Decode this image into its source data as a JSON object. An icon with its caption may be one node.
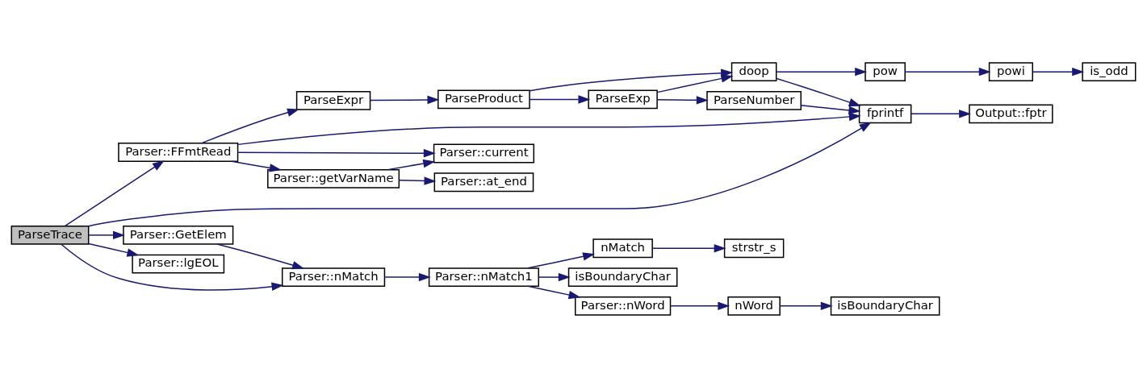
{
  "diagram": {
    "nodes": [
      {
        "text": [
          "ParseTrace"
        ]
      },
      {
        "text": [
          "Parser::FFmtRead"
        ]
      },
      {
        "text": [
          "ParseExpr"
        ]
      },
      {
        "text": [
          "ParseProduct"
        ]
      },
      {
        "text": [
          "doop"
        ]
      },
      {
        "text": [
          "pow"
        ]
      },
      {
        "text": [
          "powi"
        ]
      },
      {
        "text": [
          "is_odd"
        ]
      },
      {
        "text": [
          "ParseExp"
        ]
      },
      {
        "text": [
          "ParseNumber"
        ]
      },
      {
        "text": [
          "fprintf"
        ]
      },
      {
        "text": [
          "Output::fptr"
        ]
      },
      {
        "text": [
          "Parser::current"
        ]
      },
      {
        "text": [
          "Parser::getVarName"
        ]
      },
      {
        "text": [
          "Parser::at_end"
        ]
      },
      {
        "text": [
          "Parser::GetElem"
        ]
      },
      {
        "text": [
          "Parser::lgEOL"
        ]
      },
      {
        "text": [
          "Parser::nMatch"
        ]
      },
      {
        "text": [
          "Parser::nMatch1"
        ]
      },
      {
        "text": [
          "nMatch"
        ]
      },
      {
        "text": [
          "strstr_s"
        ]
      },
      {
        "text": [
          "isBoundaryChar"
        ]
      },
      {
        "text": [
          "Parser::nWord"
        ]
      },
      {
        "text": [
          "nWord"
        ]
      },
      {
        "text": [
          "isBoundaryChar"
        ]
      }
    ],
    "edges": [
      {
        "from": 0,
        "to": 1,
        "arrow": "to"
      },
      {
        "from": 0,
        "to": 10,
        "arrow": "to"
      },
      {
        "from": 0,
        "to": 15,
        "arrow": "to"
      },
      {
        "from": 0,
        "to": 16,
        "arrow": "to"
      },
      {
        "from": 0,
        "to": 17,
        "arrow": "to"
      },
      {
        "from": 1,
        "to": 2,
        "arrow": "to"
      },
      {
        "from": 1,
        "to": 10,
        "arrow": "to"
      },
      {
        "from": 1,
        "to": 12,
        "arrow": "to"
      },
      {
        "from": 1,
        "to": 13,
        "arrow": "to"
      },
      {
        "from": 2,
        "to": 3,
        "arrow": "to"
      },
      {
        "from": 3,
        "to": 4,
        "arrow": "to"
      },
      {
        "from": 3,
        "to": 8,
        "arrow": "to"
      },
      {
        "from": 4,
        "to": 5,
        "arrow": "to"
      },
      {
        "from": 4,
        "to": 10,
        "arrow": "to"
      },
      {
        "from": 5,
        "to": 6,
        "arrow": "to"
      },
      {
        "from": 6,
        "to": 7,
        "arrow": "to"
      },
      {
        "from": 8,
        "to": 4,
        "arrow": "to"
      },
      {
        "from": 8,
        "to": 9,
        "arrow": "to"
      },
      {
        "from": 9,
        "to": 10,
        "arrow": "to"
      },
      {
        "from": 10,
        "to": 11,
        "arrow": "to"
      },
      {
        "from": 13,
        "to": 12,
        "arrow": "to"
      },
      {
        "from": 13,
        "to": 14,
        "arrow": "to"
      },
      {
        "from": 15,
        "to": 17,
        "arrow": "to"
      },
      {
        "from": 17,
        "to": 18,
        "arrow": "to"
      },
      {
        "from": 18,
        "to": 19,
        "arrow": "to"
      },
      {
        "from": 18,
        "to": 21,
        "arrow": "to"
      },
      {
        "from": 18,
        "to": 22,
        "arrow": "to"
      },
      {
        "from": 19,
        "to": 20,
        "arrow": "to"
      },
      {
        "from": 22,
        "to": 23,
        "arrow": "to"
      },
      {
        "from": 23,
        "to": 24,
        "arrow": "to"
      }
    ]
  }
}
